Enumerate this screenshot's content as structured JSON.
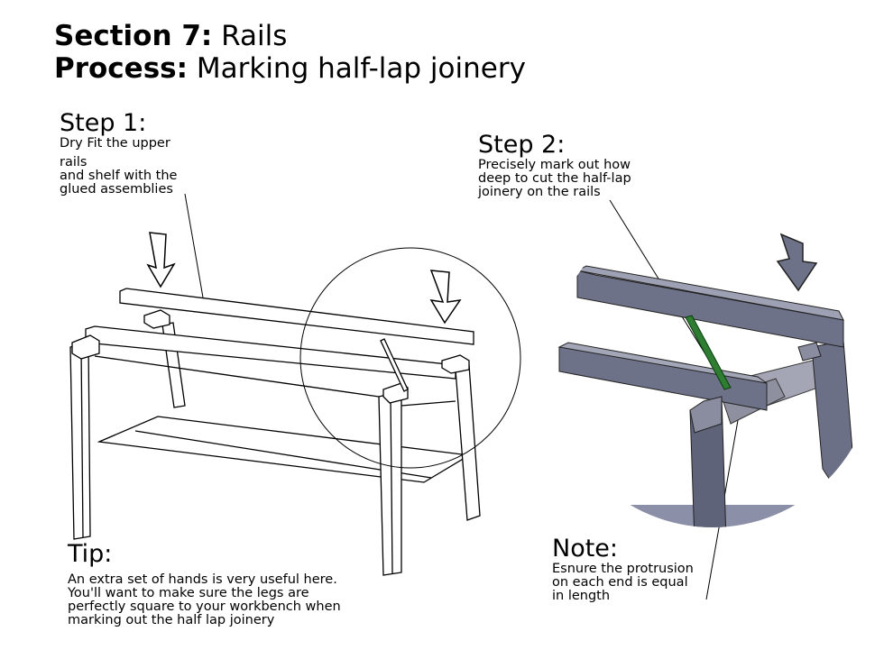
{
  "header": {
    "section_label": "Section 7:",
    "section_value": "Rails",
    "process_label": "Process:",
    "process_value": "Marking half-lap joinery"
  },
  "step1": {
    "heading": "Step 1:",
    "lines": [
      "Dry Fit the upper",
      "rails",
      "and shelf with the",
      "glued assemblies"
    ]
  },
  "step2": {
    "heading": "Step 2:",
    "lines": [
      "Precisely mark out how",
      "deep to cut the half-lap",
      "joinery on the rails"
    ]
  },
  "tip": {
    "heading": "Tip:",
    "lines": [
      "An extra set of hands is very useful here.",
      "You'll want to make sure the legs are",
      "perfectly square to your workbench when",
      "marking out the half lap joinery"
    ]
  },
  "note": {
    "heading": "Note:",
    "lines": [
      "Esnure the protrusion",
      "on each end is equal",
      "in length"
    ]
  },
  "colors": {
    "metal": "#7b7f92",
    "pencil": "#2e7d32"
  }
}
